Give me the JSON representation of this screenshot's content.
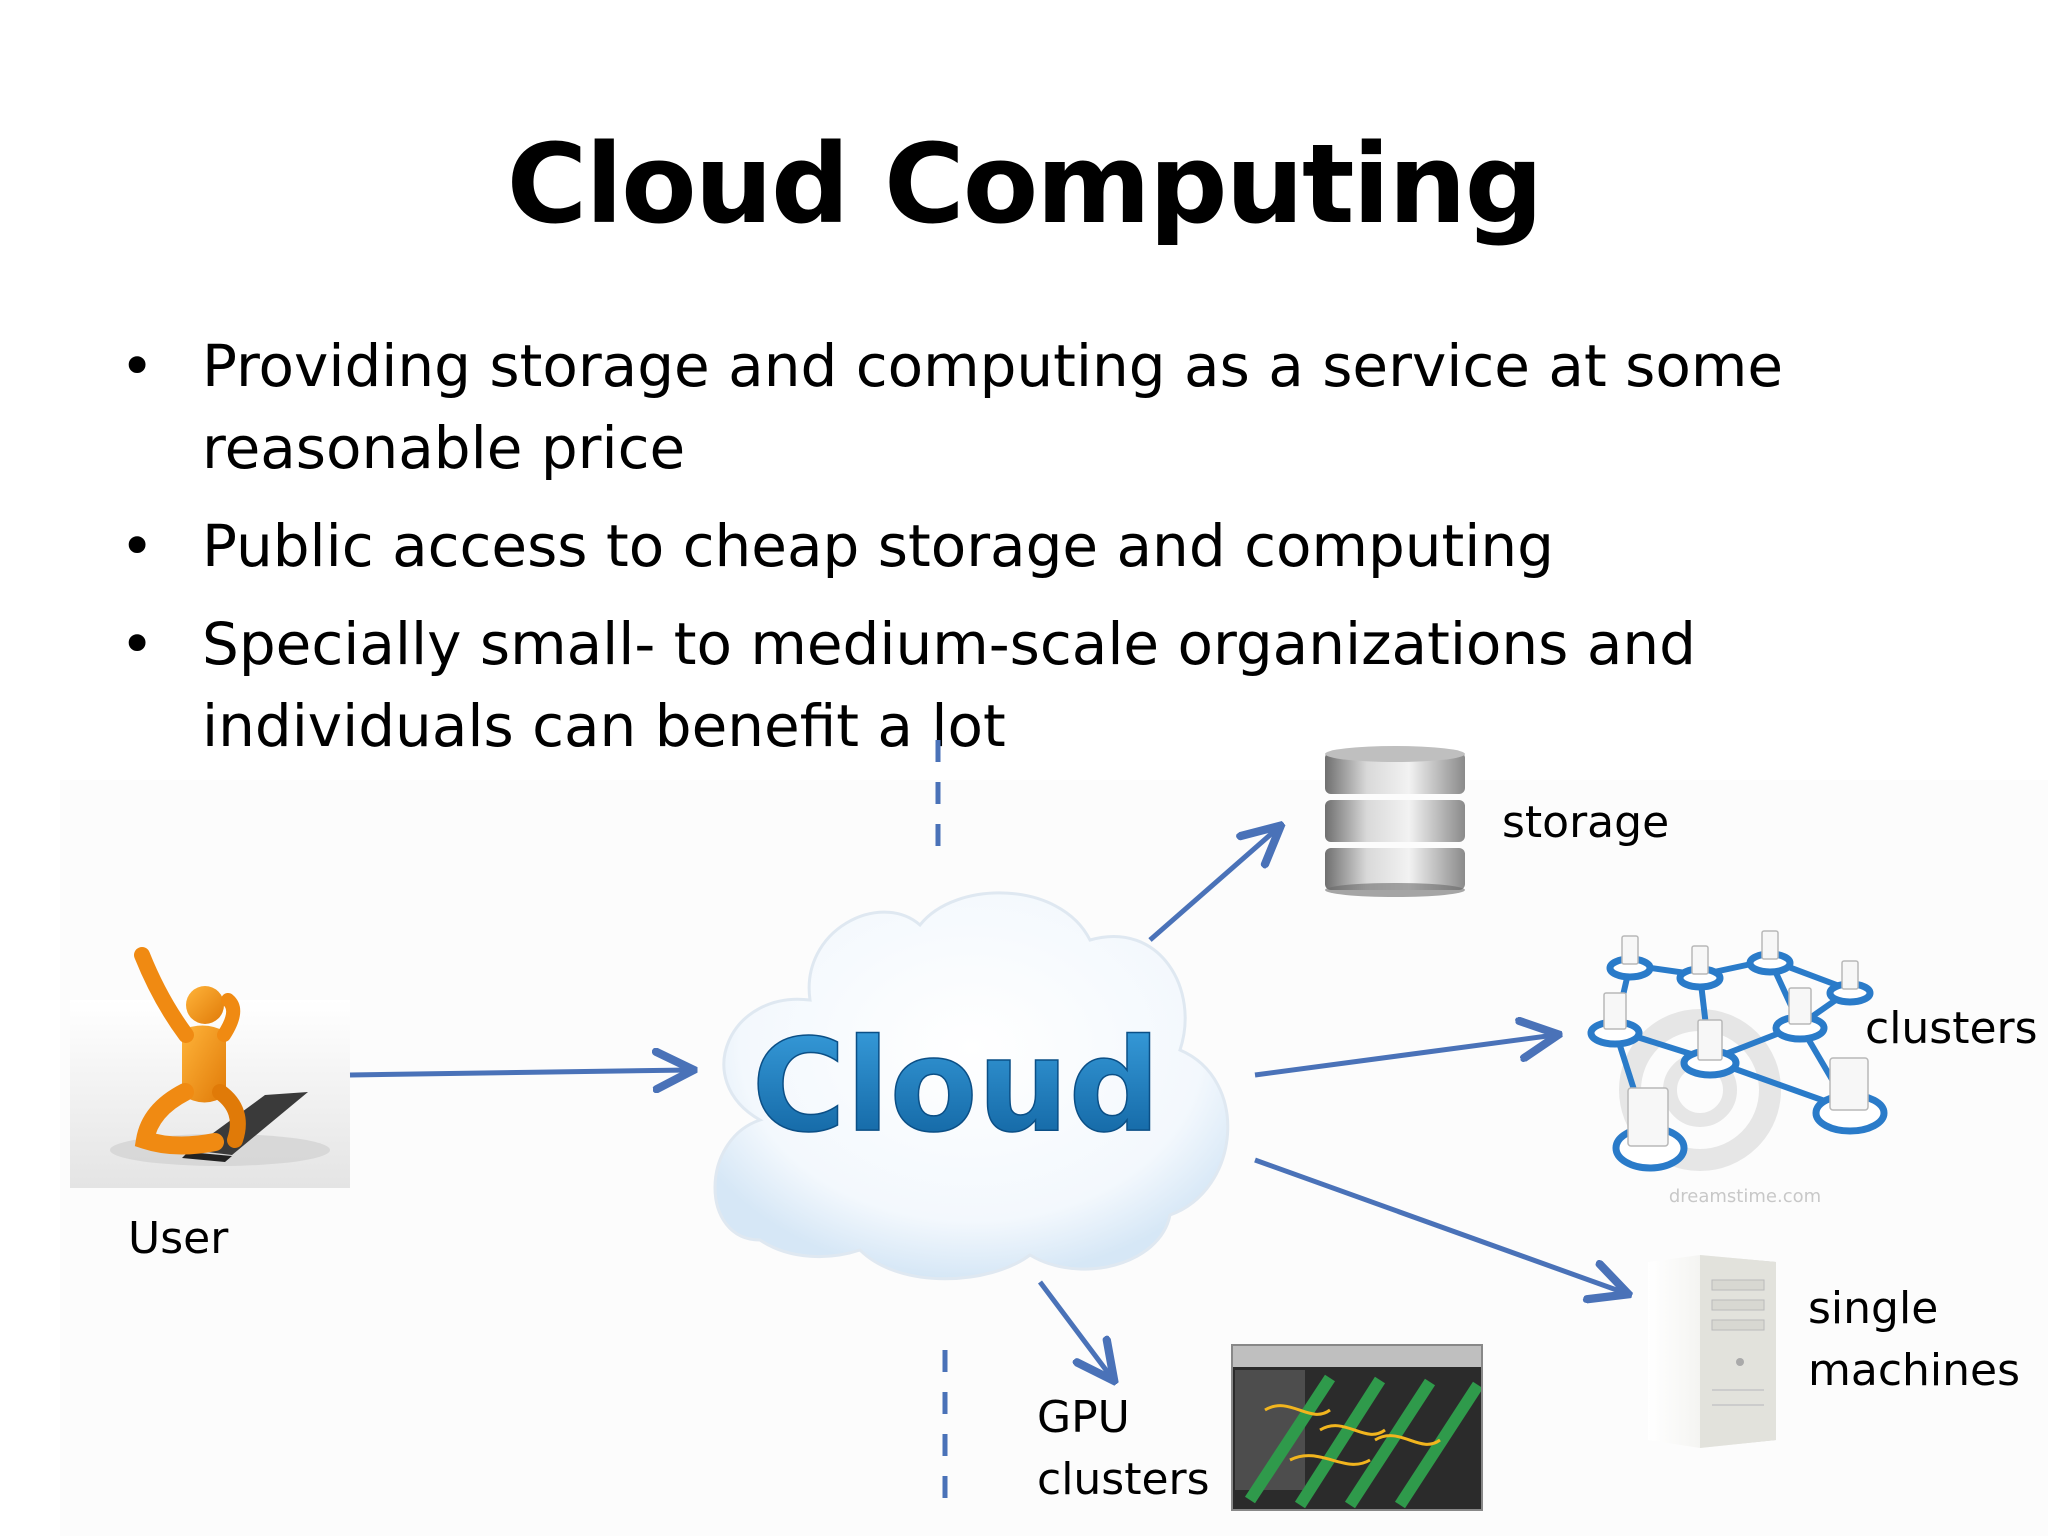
{
  "title": "Cloud Computing",
  "bullets": [
    "Providing storage and computing as a service at some reasonable price",
    "Public access to cheap storage and computing",
    "Specially small- to medium-scale organizations and individuals can benefit a lot"
  ],
  "diagram": {
    "center_label": "Cloud",
    "nodes": {
      "user": "User",
      "storage": "storage",
      "clusters": "clusters",
      "single_machines": "single\nmachines",
      "gpu_clusters": "GPU\nclusters"
    },
    "watermark": "dreamstime.com"
  },
  "colors": {
    "arrow": "#4a72b8",
    "cloud_text": "#1a7cb8",
    "cluster_ring": "#2a7bc9",
    "user_figure": "#f08a12"
  }
}
